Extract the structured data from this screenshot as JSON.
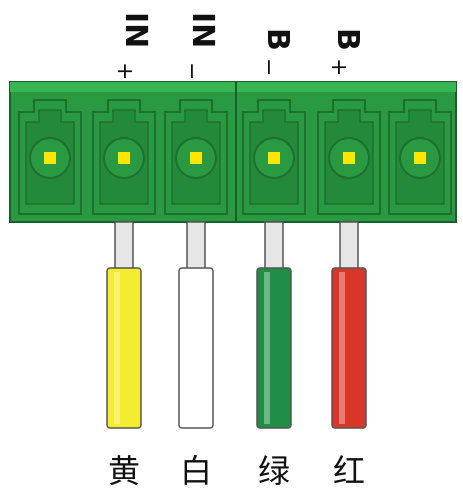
{
  "pin_labels": [
    {
      "main": "IN",
      "sign": "+"
    },
    {
      "main": "IN",
      "sign": "−"
    },
    {
      "main": "B",
      "sign": "−"
    },
    {
      "main": "B",
      "sign": "+"
    }
  ],
  "wires": [
    {
      "label": "黄",
      "color": "#f4ec2e"
    },
    {
      "label": "白",
      "color": "#ffffff"
    },
    {
      "label": "绿",
      "color": "#1f8f45"
    },
    {
      "label": "红",
      "color": "#d9362a"
    }
  ],
  "colors": {
    "housing": "#2a9a42",
    "housing_dark": "#1f6f30",
    "housing_light": "#37b554",
    "contact": "#ffe600",
    "stub": "#e6e6e6"
  },
  "terminal_count": 6
}
